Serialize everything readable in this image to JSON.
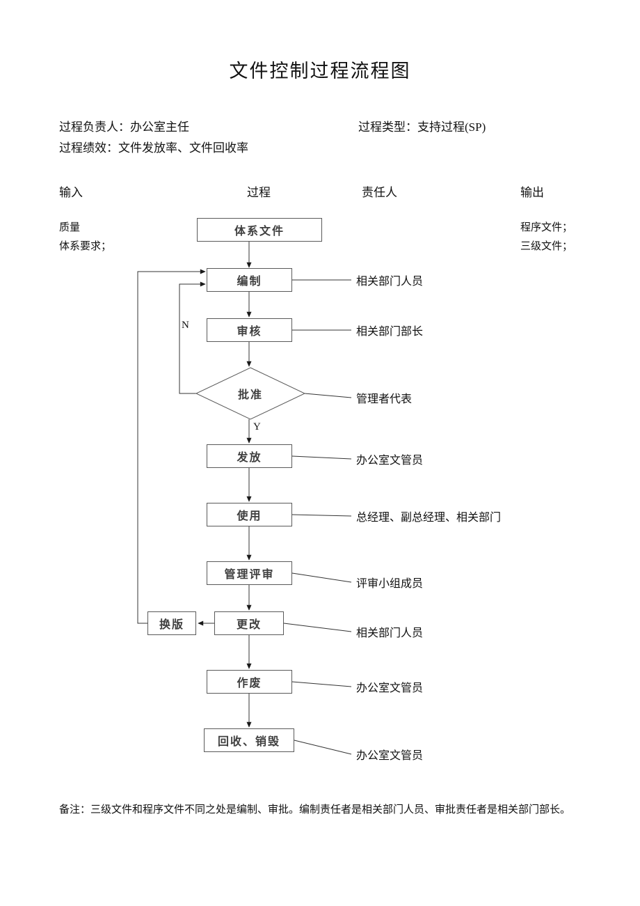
{
  "page": {
    "title": "文件控制过程流程图",
    "meta": {
      "owner_label": "过程负责人：",
      "owner_value": "办公室主任",
      "type_label": "过程类型：",
      "type_value": "支持过程(SP)",
      "performance_label": "过程绩效：",
      "performance_value": "文件发放率、文件回收率"
    },
    "columns": {
      "input": "输入",
      "process": "过程",
      "responsible": "责任人",
      "output": "输出"
    },
    "inputs": {
      "line1": "质量",
      "line2": "体系要求；"
    },
    "outputs": {
      "line1": "程序文件；",
      "line2": "三级文件；"
    },
    "note": {
      "label": "备注：",
      "text": "三级文件和程序文件不同之处是编制、审批。编制责任者是相关部门人员、审批责任者是相关部门部长。"
    }
  },
  "flow": {
    "nodes": [
      {
        "label": "体系文件"
      },
      {
        "label": "编制",
        "responsible": "相关部门人员"
      },
      {
        "label": "审核",
        "responsible": "相关部门部长"
      },
      {
        "label": "批准",
        "responsible": "管理者代表"
      },
      {
        "label": "发放",
        "responsible": "办公室文管员"
      },
      {
        "label": "使用",
        "responsible": "总经理、副总经理、相关部门"
      },
      {
        "label": "管理评审",
        "responsible": "评审小组成员"
      },
      {
        "label": "更改",
        "responsible": "相关部门人员"
      },
      {
        "label": "作废",
        "responsible": "办公室文管员"
      },
      {
        "label": "回收、销毁",
        "responsible": "办公室文管员"
      }
    ],
    "rework": {
      "label": "换版"
    },
    "decision": {
      "no": "N",
      "yes": "Y"
    }
  }
}
